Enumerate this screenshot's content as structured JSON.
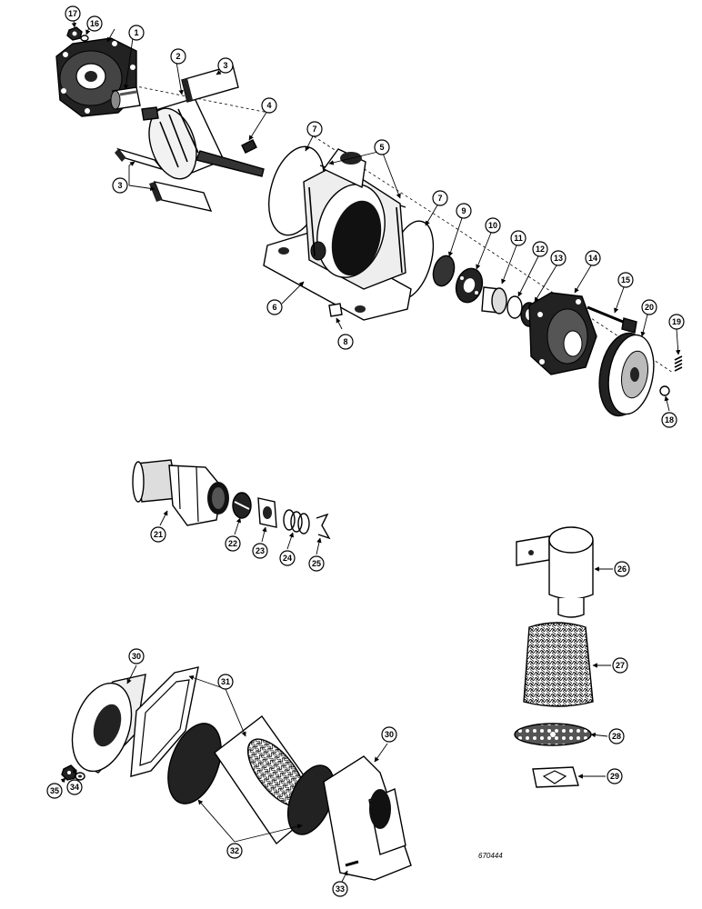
{
  "figure_id": "670444",
  "callouts": [
    "1",
    "2",
    "3",
    "4",
    "5",
    "6",
    "7",
    "8",
    "9",
    "10",
    "11",
    "12",
    "13",
    "14",
    "15",
    "16",
    "17",
    "18",
    "19",
    "20",
    "21",
    "22",
    "23",
    "24",
    "25",
    "26",
    "27",
    "28",
    "29",
    "30",
    "31",
    "32",
    "33",
    "34",
    "35"
  ]
}
